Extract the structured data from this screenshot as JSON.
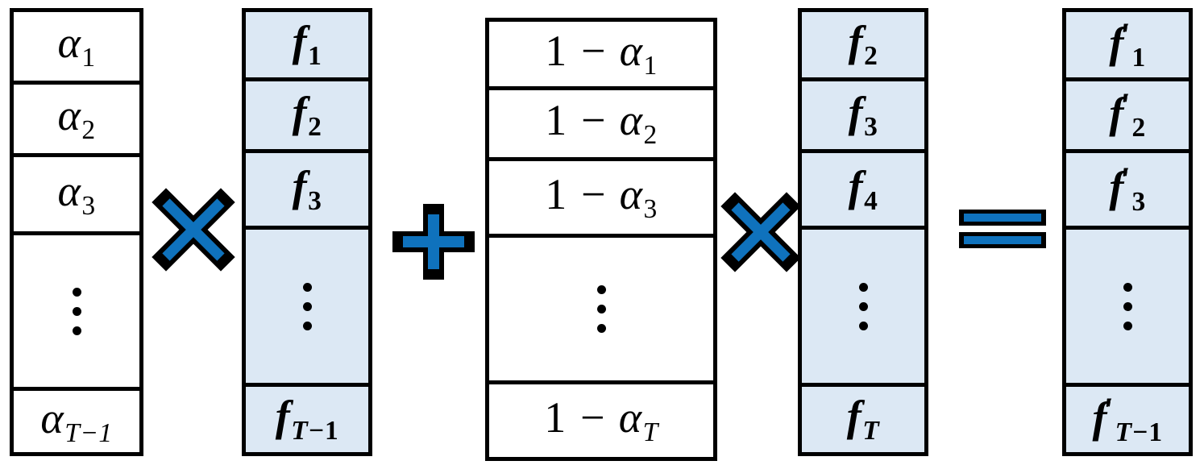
{
  "diagram": {
    "title": "Feature update equation: alpha-weighted blend of shifted feature vectors",
    "colors": {
      "vector_fill_blue": "#dce8f4",
      "vector_fill_white": "#ffffff",
      "border": "#000000",
      "operator_blue": "#0f72bd",
      "operator_outline": "#000000"
    },
    "equation_text": "[α₁..α_{T-1}] × [f₁..f_{T-1}] + [1-α₁..1-α_T] × [f₂..f_T] = [f'₁..f'_{T-1}]",
    "vectors": [
      {
        "id": "alpha-vector",
        "name": "alpha",
        "fill": "white",
        "cells": [
          {
            "kind": "label",
            "text": "α₁",
            "base": "α",
            "sub": "1",
            "sub_style": "upright"
          },
          {
            "kind": "label",
            "text": "α₂",
            "base": "α",
            "sub": "2",
            "sub_style": "upright"
          },
          {
            "kind": "label",
            "text": "α₃",
            "base": "α",
            "sub": "3",
            "sub_style": "upright"
          },
          {
            "kind": "ellipsis",
            "text": "⋮"
          },
          {
            "kind": "label",
            "text": "α_{T-1}",
            "base": "α",
            "sub": "T−1",
            "sub_style": "italic"
          }
        ]
      },
      {
        "id": "f-vector",
        "name": "f",
        "fill": "blue",
        "cells": [
          {
            "kind": "label",
            "text": "f₁",
            "base": "f",
            "sub": "1",
            "sub_style": "upright"
          },
          {
            "kind": "label",
            "text": "f₂",
            "base": "f",
            "sub": "2",
            "sub_style": "upright"
          },
          {
            "kind": "label",
            "text": "f₃",
            "base": "f",
            "sub": "3",
            "sub_style": "upright"
          },
          {
            "kind": "ellipsis",
            "text": "⋮"
          },
          {
            "kind": "label",
            "text": "f_{T-1}",
            "base": "f",
            "sub": "T−1",
            "sub_style": "italic"
          }
        ]
      },
      {
        "id": "one-minus-alpha-vector",
        "name": "1 - alpha",
        "fill": "white",
        "cells": [
          {
            "kind": "label",
            "text": "1 − α₁",
            "base": "1 − α",
            "sub": "1",
            "sub_style": "upright"
          },
          {
            "kind": "label",
            "text": "1 − α₂",
            "base": "1 − α",
            "sub": "2",
            "sub_style": "upright"
          },
          {
            "kind": "label",
            "text": "1 − α₃",
            "base": "1 − α",
            "sub": "3",
            "sub_style": "upright"
          },
          {
            "kind": "ellipsis",
            "text": "⋮"
          },
          {
            "kind": "label",
            "text": "1 − α_T",
            "base": "1 − α",
            "sub": "T",
            "sub_style": "italic"
          }
        ]
      },
      {
        "id": "f-shifted-vector",
        "name": "f shifted",
        "fill": "blue",
        "cells": [
          {
            "kind": "label",
            "text": "f₂",
            "base": "f",
            "sub": "2",
            "sub_style": "upright"
          },
          {
            "kind": "label",
            "text": "f₃",
            "base": "f",
            "sub": "3",
            "sub_style": "upright"
          },
          {
            "kind": "label",
            "text": "f₄",
            "base": "f",
            "sub": "4",
            "sub_style": "upright"
          },
          {
            "kind": "ellipsis",
            "text": "⋮"
          },
          {
            "kind": "label",
            "text": "f_T",
            "base": "f",
            "sub": "T",
            "sub_style": "italic"
          }
        ]
      },
      {
        "id": "f-prime-vector",
        "name": "f prime",
        "fill": "blue",
        "cells": [
          {
            "kind": "label",
            "text": "f'₁",
            "base": "f′",
            "sub": "1",
            "sub_style": "upright"
          },
          {
            "kind": "label",
            "text": "f'₂",
            "base": "f′",
            "sub": "2",
            "sub_style": "upright"
          },
          {
            "kind": "label",
            "text": "f'₃",
            "base": "f′",
            "sub": "3",
            "sub_style": "upright"
          },
          {
            "kind": "ellipsis",
            "text": "⋮"
          },
          {
            "kind": "label",
            "text": "f'_{T-1}",
            "base": "f′",
            "sub": "T−1",
            "sub_style": "italic"
          }
        ]
      }
    ],
    "operators": [
      {
        "id": "multiply-1",
        "symbol": "×",
        "name": "multiply"
      },
      {
        "id": "plus-1",
        "symbol": "+",
        "name": "plus"
      },
      {
        "id": "multiply-2",
        "symbol": "×",
        "name": "multiply"
      },
      {
        "id": "equals-1",
        "symbol": "=",
        "name": "equals"
      }
    ]
  }
}
